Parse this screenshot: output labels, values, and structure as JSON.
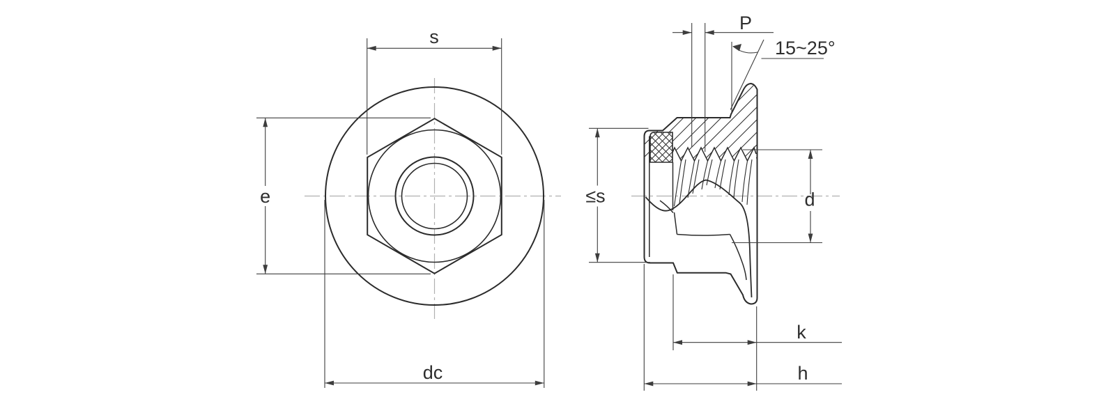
{
  "document": {
    "type": "technical-drawing",
    "subject": "Hex flange nut - front view and sectioned side view"
  },
  "colors": {
    "outline": "#2b2b2b",
    "dimension": "#3d3d3d",
    "centerline": "#b0b0b0",
    "text": "#2e2e2e",
    "background": "#ffffff"
  },
  "front_view": {
    "labels": {
      "width_across_flats": "s",
      "width_across_corners": "e",
      "flange_diameter": "dc"
    }
  },
  "side_view": {
    "labels": {
      "thread_pitch": "P",
      "flange_angle": "15~25°",
      "max_width": "≤s",
      "thread_diameter": "d",
      "nut_height": "k",
      "total_height": "h"
    }
  }
}
